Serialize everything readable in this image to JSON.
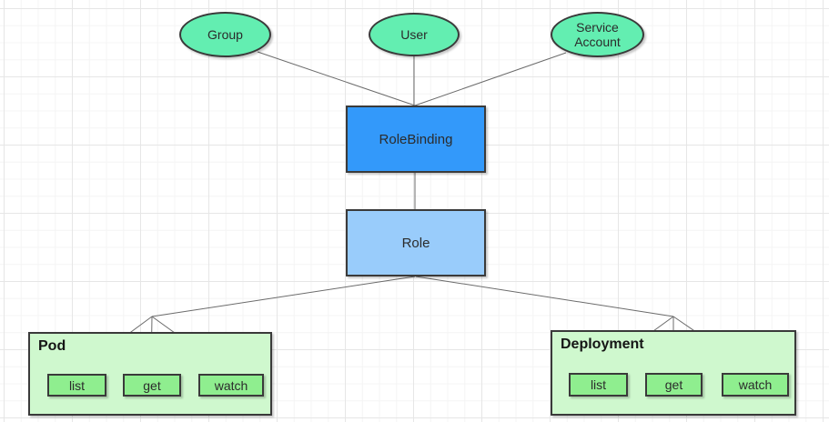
{
  "diagram": {
    "subjects": [
      {
        "label": "Group"
      },
      {
        "label": "User"
      },
      {
        "label": "Service Account"
      }
    ],
    "binding": {
      "label": "RoleBinding"
    },
    "role": {
      "label": "Role"
    },
    "resources": [
      {
        "name": "Pod",
        "verbs": [
          "list",
          "get",
          "watch"
        ]
      },
      {
        "name": "Deployment",
        "verbs": [
          "list",
          "get",
          "watch"
        ]
      }
    ]
  },
  "colors": {
    "subject_fill": "#63EEB1",
    "binding_fill": "#3399FA",
    "role_fill": "#99CCFB",
    "container_fill": "#CFF8CE",
    "verb_fill": "#8FEE8F",
    "shape_border": "#3A3A3A",
    "edge": "#6B6B6B",
    "text": "#2B2B2B"
  }
}
